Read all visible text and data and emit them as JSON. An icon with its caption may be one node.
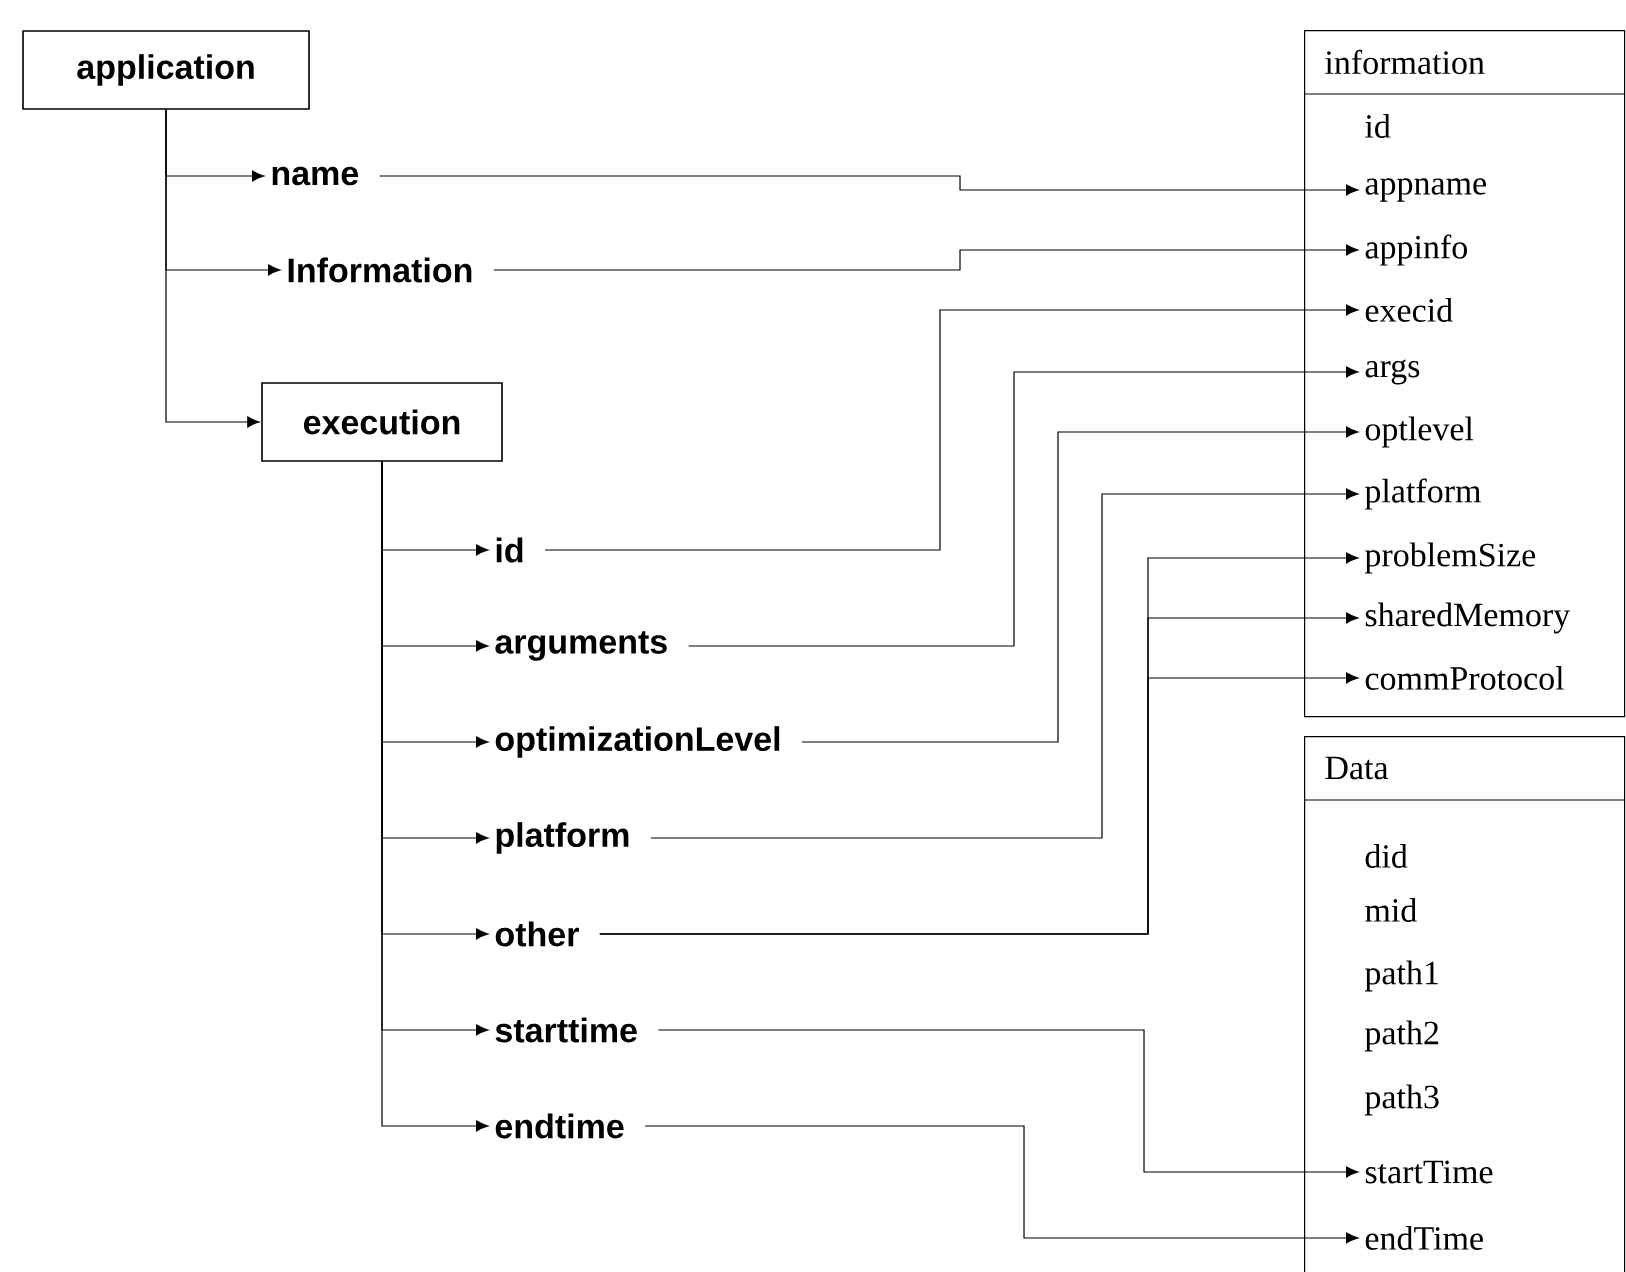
{
  "diagram": {
    "nodes": [
      {
        "text": [
          "application"
        ]
      },
      {
        "text": [
          "name"
        ]
      },
      {
        "text": [
          "Information"
        ]
      },
      {
        "text": [
          "execution"
        ]
      },
      {
        "text": [
          "id"
        ]
      },
      {
        "text": [
          "arguments"
        ]
      },
      {
        "text": [
          "optimizationLevel"
        ]
      },
      {
        "text": [
          "platform"
        ]
      },
      {
        "text": [
          "other"
        ]
      },
      {
        "text": [
          "starttime"
        ]
      },
      {
        "text": [
          "endtime"
        ]
      },
      {
        "text": [
          "information"
        ]
      },
      {
        "text": [
          "id"
        ],
        "in": 11
      },
      {
        "text": [
          "appname"
        ],
        "in": 11
      },
      {
        "text": [
          "appinfo"
        ],
        "in": 11
      },
      {
        "text": [
          "execid"
        ],
        "in": 11
      },
      {
        "text": [
          "args"
        ],
        "in": 11
      },
      {
        "text": [
          "optlevel"
        ],
        "in": 11
      },
      {
        "text": [
          "platform"
        ],
        "in": 11
      },
      {
        "text": [
          "problemSize"
        ],
        "in": 11
      },
      {
        "text": [
          "sharedMemory"
        ],
        "in": 11
      },
      {
        "text": [
          "commProtocol"
        ],
        "in": 11
      },
      {
        "text": [
          "Data"
        ]
      },
      {
        "text": [
          "did"
        ],
        "in": 22
      },
      {
        "text": [
          "mid"
        ],
        "in": 22
      },
      {
        "text": [
          "path1"
        ],
        "in": 22
      },
      {
        "text": [
          "path2"
        ],
        "in": 22
      },
      {
        "text": [
          "path3"
        ],
        "in": 22
      },
      {
        "text": [
          "startTime"
        ],
        "in": 22
      },
      {
        "text": [
          "endTime"
        ],
        "in": 22
      }
    ],
    "edges": [
      {
        "from": 0,
        "to": 1,
        "arrow": "to"
      },
      {
        "from": 0,
        "to": 2,
        "arrow": "to"
      },
      {
        "from": 0,
        "to": 3,
        "arrow": "to"
      },
      {
        "from": 3,
        "to": 4,
        "arrow": "to"
      },
      {
        "from": 3,
        "to": 5,
        "arrow": "to"
      },
      {
        "from": 3,
        "to": 6,
        "arrow": "to"
      },
      {
        "from": 3,
        "to": 7,
        "arrow": "to"
      },
      {
        "from": 3,
        "to": 8,
        "arrow": "to"
      },
      {
        "from": 3,
        "to": 9,
        "arrow": "to"
      },
      {
        "from": 3,
        "to": 10,
        "arrow": "to"
      },
      {
        "from": 1,
        "to": 13,
        "arrow": "to"
      },
      {
        "from": 2,
        "to": 14,
        "arrow": "to"
      },
      {
        "from": 4,
        "to": 15,
        "arrow": "to"
      },
      {
        "from": 5,
        "to": 16,
        "arrow": "to"
      },
      {
        "from": 6,
        "to": 17,
        "arrow": "to"
      },
      {
        "from": 7,
        "to": 18,
        "arrow": "to"
      },
      {
        "from": 8,
        "to": 19,
        "arrow": "to"
      },
      {
        "from": 8,
        "to": 20,
        "arrow": "to"
      },
      {
        "from": 8,
        "to": 21,
        "arrow": "to"
      },
      {
        "from": 9,
        "to": 28,
        "arrow": "to"
      },
      {
        "from": 10,
        "to": 29,
        "arrow": "to"
      }
    ]
  }
}
